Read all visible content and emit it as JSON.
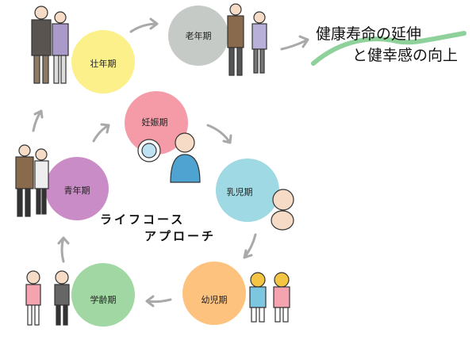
{
  "stages": [
    {
      "label": "壮年期",
      "color": "#fbf08a"
    },
    {
      "label": "老年期",
      "color": "#c5cac7"
    },
    {
      "label": "妊娠期",
      "color": "#f49ba7"
    },
    {
      "label": "乳児期",
      "color": "#9fd9e3"
    },
    {
      "label": "青年期",
      "color": "#c98cc6"
    },
    {
      "label": "幼児期",
      "color": "#fdc27e"
    },
    {
      "label": "学齢期",
      "color": "#a0d7a3"
    }
  ],
  "center_title": {
    "line1": "ライフコース",
    "line2": "アプローチ"
  },
  "goal": {
    "line1": "健康寿命の延伸",
    "line2": "と健幸感の向上",
    "accent": "#8fd19a"
  },
  "arrow_color": "#a9a9a9"
}
